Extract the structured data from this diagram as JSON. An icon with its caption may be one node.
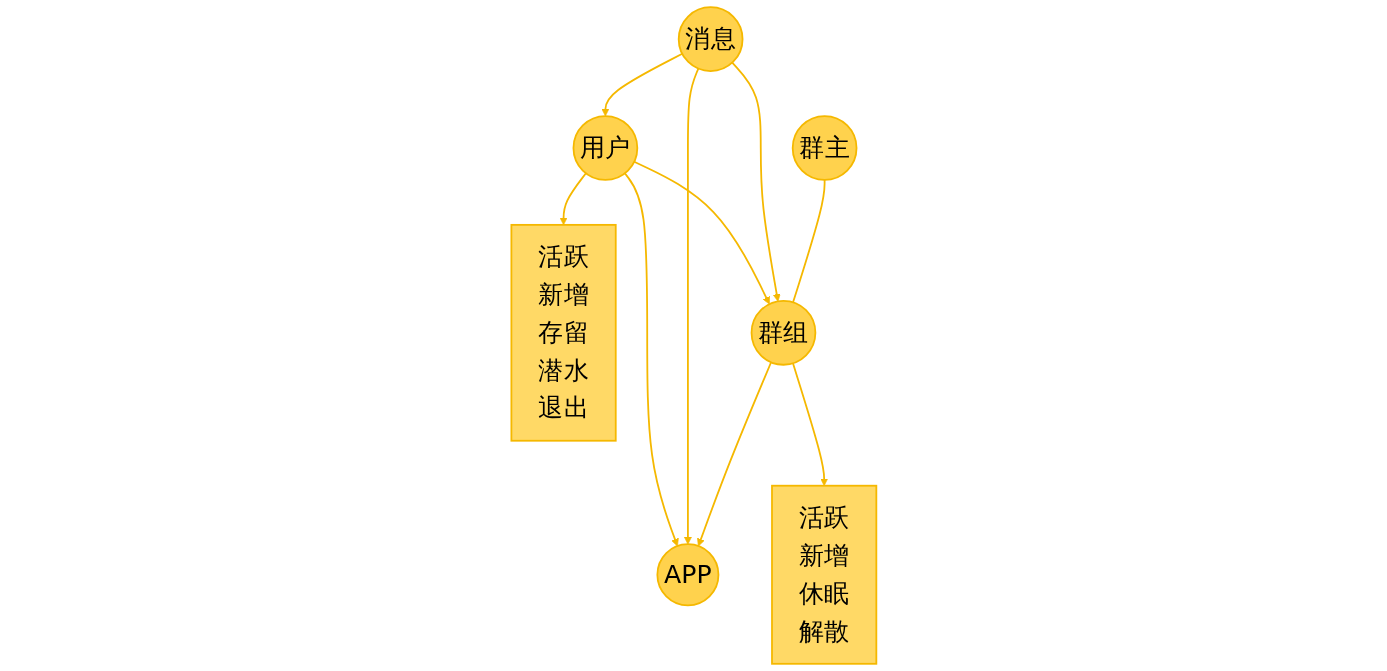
{
  "diagram": {
    "nodes": [
      {
        "text": [
          "APP"
        ]
      },
      {
        "text": [
          "群主"
        ]
      },
      {
        "text": [
          "消息"
        ]
      },
      {
        "text": [
          "活跃新增存留潜水退出"
        ]
      },
      {
        "text": [
          "活跃新增休眠解散"
        ]
      },
      {
        "text": [
          "群组"
        ]
      },
      {
        "text": [
          "用户"
        ]
      }
    ],
    "edges": [
      {
        "from": 5,
        "to": 0,
        "arrow": "to"
      },
      {
        "from": 2,
        "to": 0,
        "arrow": "to"
      },
      {
        "from": 6,
        "to": 0,
        "arrow": "to"
      },
      {
        "from": 1,
        "to": 5,
        "arrow": "none"
      },
      {
        "from": 2,
        "to": 5,
        "arrow": "to"
      },
      {
        "from": 2,
        "to": 6,
        "arrow": "to"
      },
      {
        "from": 6,
        "to": 5,
        "arrow": "to"
      },
      {
        "from": 5,
        "to": 4,
        "arrow": "to"
      },
      {
        "from": 6,
        "to": 3,
        "arrow": "to"
      }
    ]
  }
}
